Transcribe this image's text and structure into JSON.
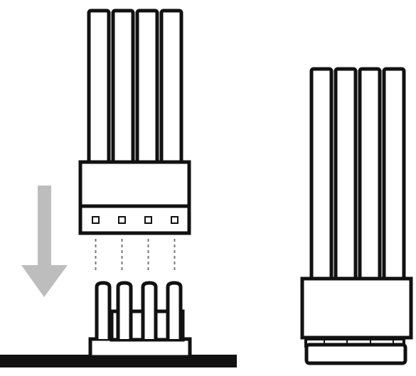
{
  "diagram": {
    "ink_color": "#111111",
    "fill_color": "#ffffff",
    "arrow_color": "#bdbdbd",
    "board_color": "#111111",
    "connector_pins": 4,
    "left_assembly_state": "unmated",
    "right_assembly_state": "mated",
    "arrow_direction": "down"
  }
}
